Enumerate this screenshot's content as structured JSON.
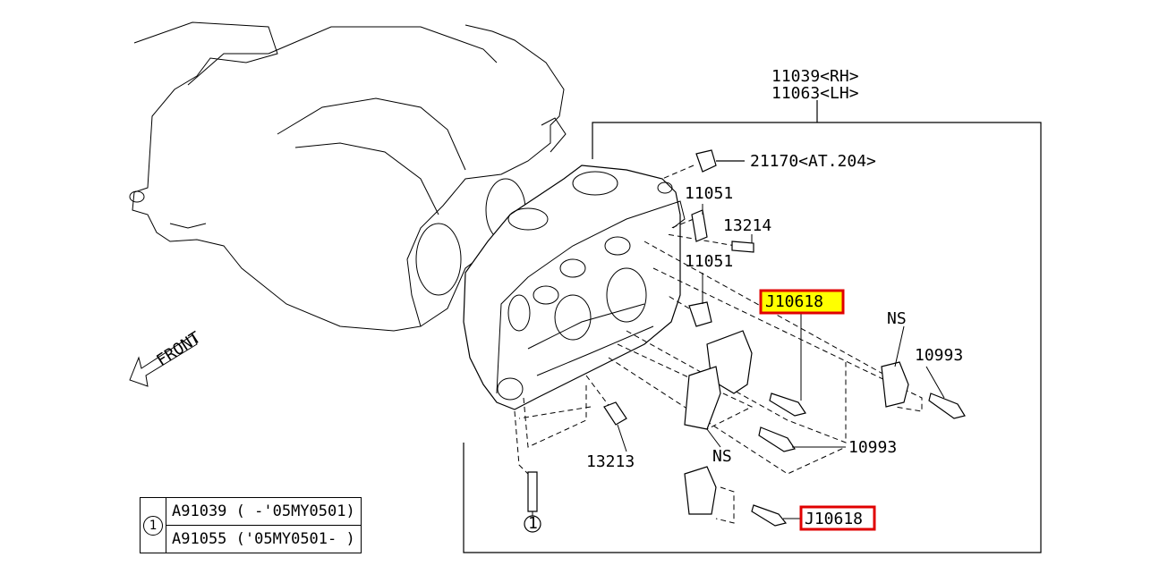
{
  "labels": {
    "head_rh": "11039<RH>",
    "head_lh": "11063<LH>",
    "plug": "21170<AT.204>",
    "p11051_a": "11051",
    "p13214": "13214",
    "p11051_b": "11051",
    "j10618_top": "J10618",
    "ns_top": "NS",
    "p10993_top": "10993",
    "p10993_mid": "10993",
    "ns_mid": "NS",
    "p13213": "13213",
    "j10618_bottom": "J10618",
    "front": "FRONT",
    "ref1": "1"
  },
  "legend": {
    "ref": "1",
    "rows": [
      {
        "code": "A91039",
        "range": "( -'05MY0501)"
      },
      {
        "code": "A91055",
        "range": "('05MY0501- )"
      }
    ]
  },
  "colors": {
    "highlight_fill": "#ffff00",
    "highlight_border": "#e00000"
  }
}
